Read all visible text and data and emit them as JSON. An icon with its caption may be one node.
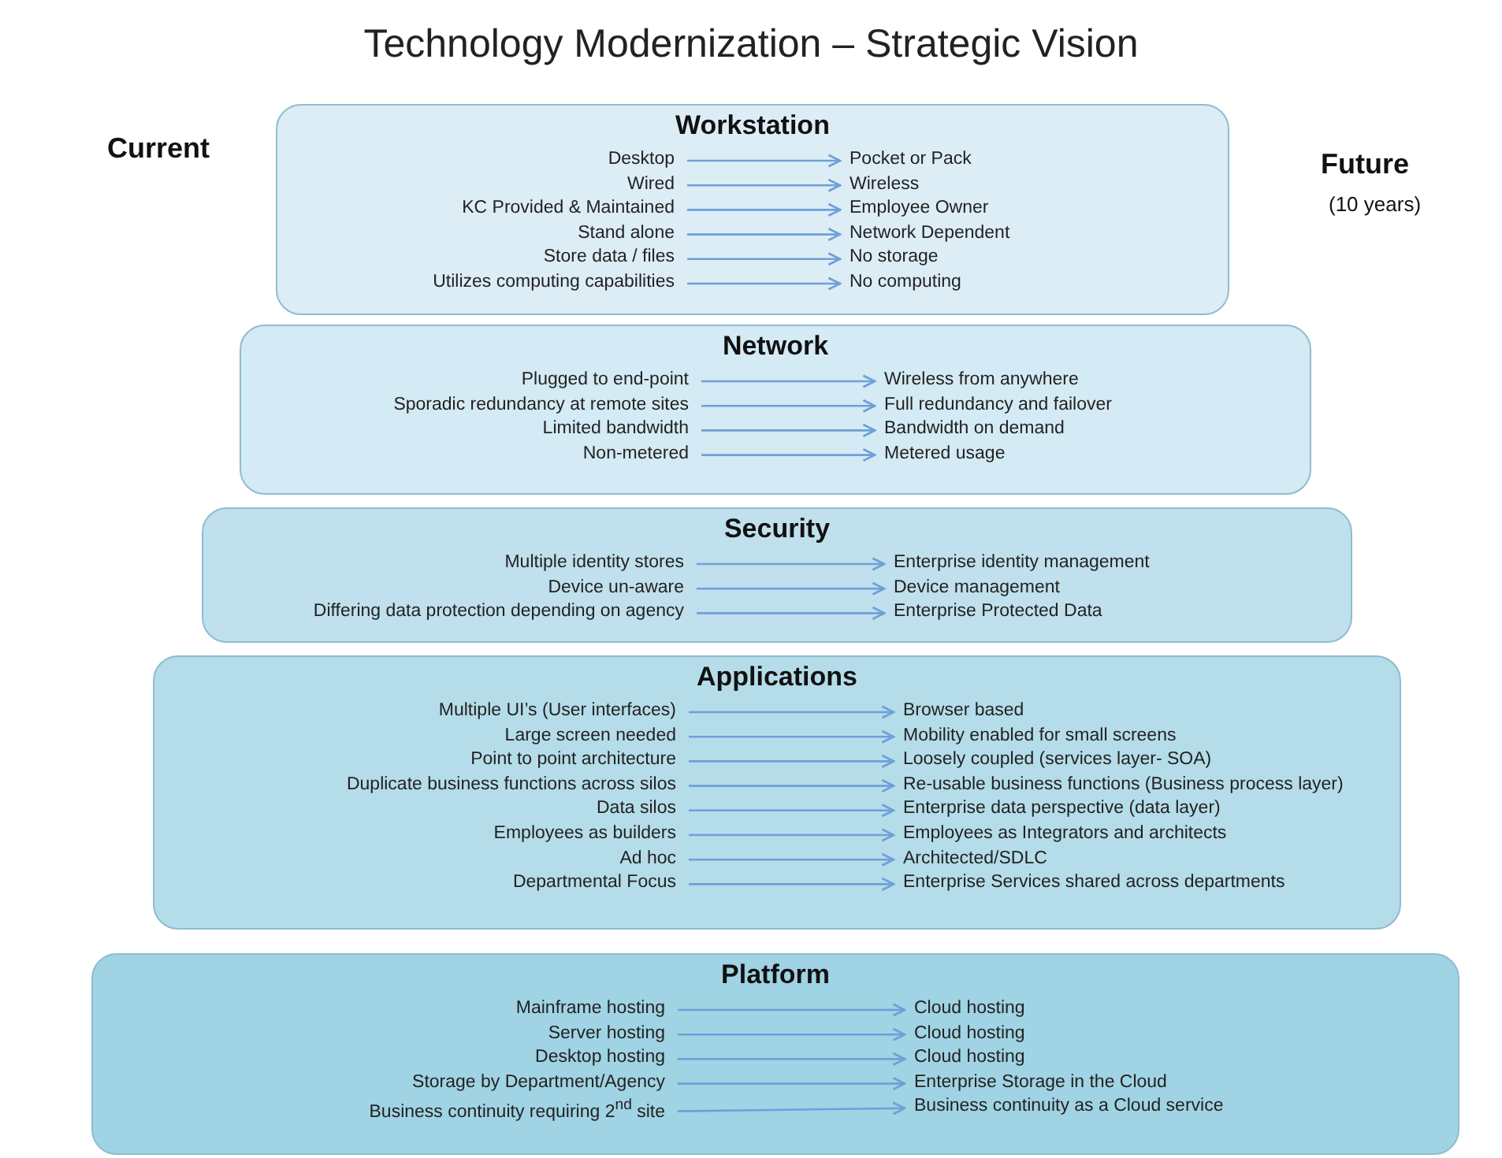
{
  "diagram": {
    "title": "Technology Modernization – Strategic Vision",
    "nodes": [
      {
        "text": [
          "Workstation"
        ]
      },
      {
        "text": [
          "Desktop"
        ],
        "in": 0
      },
      {
        "text": [
          "Pocket or Pack"
        ],
        "in": 0
      },
      {
        "text": [
          "Wired"
        ],
        "in": 0
      },
      {
        "text": [
          "Wireless"
        ],
        "in": 0
      },
      {
        "text": [
          "KC Provided & Maintained"
        ],
        "in": 0
      },
      {
        "text": [
          "Employee Owner"
        ],
        "in": 0
      },
      {
        "text": [
          "Stand alone"
        ],
        "in": 0
      },
      {
        "text": [
          "Network Dependent"
        ],
        "in": 0
      },
      {
        "text": [
          "Store data / files"
        ],
        "in": 0
      },
      {
        "text": [
          "No storage"
        ],
        "in": 0
      },
      {
        "text": [
          "Utilizes computing capabilities"
        ],
        "in": 0
      },
      {
        "text": [
          "No computing"
        ],
        "in": 0
      },
      {
        "text": [
          "Network"
        ]
      },
      {
        "text": [
          "Plugged to end-point"
        ],
        "in": 13
      },
      {
        "text": [
          "Wireless from anywhere"
        ],
        "in": 13
      },
      {
        "text": [
          "Sporadic redundancy at remote sites"
        ],
        "in": 13
      },
      {
        "text": [
          "Full redundancy and failover"
        ],
        "in": 13
      },
      {
        "text": [
          "Limited bandwidth"
        ],
        "in": 13
      },
      {
        "text": [
          "Bandwidth on demand"
        ],
        "in": 13
      },
      {
        "text": [
          "Non-metered"
        ],
        "in": 13
      },
      {
        "text": [
          "Metered usage"
        ],
        "in": 13
      },
      {
        "text": [
          "Security"
        ]
      },
      {
        "text": [
          "Multiple identity stores"
        ],
        "in": 22
      },
      {
        "text": [
          "Enterprise identity management"
        ],
        "in": 22
      },
      {
        "text": [
          "Device un-aware"
        ],
        "in": 22
      },
      {
        "text": [
          "Device management"
        ],
        "in": 22
      },
      {
        "text": [
          "Differing data protection depending on agency"
        ],
        "in": 22
      },
      {
        "text": [
          "Enterprise Protected Data"
        ],
        "in": 22
      },
      {
        "text": [
          "Applications"
        ]
      },
      {
        "text": [
          "Multiple UI’s (User interfaces)"
        ],
        "in": 29
      },
      {
        "text": [
          "Browser based"
        ],
        "in": 29
      },
      {
        "text": [
          "Large screen needed"
        ],
        "in": 29
      },
      {
        "text": [
          "Mobility enabled for small screens"
        ],
        "in": 29
      },
      {
        "text": [
          "Point to point architecture"
        ],
        "in": 29
      },
      {
        "text": [
          "Loosely coupled (services layer- SOA)"
        ],
        "in": 29
      },
      {
        "text": [
          "Duplicate business functions across silos"
        ],
        "in": 29
      },
      {
        "text": [
          "Re-usable business functions (Business process layer)"
        ],
        "in": 29
      },
      {
        "text": [
          "Data silos"
        ],
        "in": 29
      },
      {
        "text": [
          "Enterprise data perspective (data layer)"
        ],
        "in": 29
      },
      {
        "text": [
          "Employees as builders"
        ],
        "in": 29
      },
      {
        "text": [
          "Employees as Integrators and architects"
        ],
        "in": 29
      },
      {
        "text": [
          "Ad hoc"
        ],
        "in": 29
      },
      {
        "text": [
          "Architected/SDLC"
        ],
        "in": 29
      },
      {
        "text": [
          "Departmental Focus"
        ],
        "in": 29
      },
      {
        "text": [
          "Enterprise Services shared across departments"
        ],
        "in": 29
      },
      {
        "text": [
          "Platform"
        ]
      },
      {
        "text": [
          "Mainframe hosting"
        ],
        "in": 46
      },
      {
        "text": [
          "Cloud hosting"
        ],
        "in": 46
      },
      {
        "text": [
          "Server hosting"
        ],
        "in": 46
      },
      {
        "text": [
          "Cloud hosting"
        ],
        "in": 46
      },
      {
        "text": [
          "Desktop hosting"
        ],
        "in": 46
      },
      {
        "text": [
          "Cloud hosting"
        ],
        "in": 46
      },
      {
        "text": [
          "Storage by Department/Agency"
        ],
        "in": 46
      },
      {
        "text": [
          "Enterprise Storage in the Cloud"
        ],
        "in": 46
      },
      {
        "text": [
          "Business continuity requiring 2$^{nd}$ site"
        ],
        "in": 46
      },
      {
        "text": [
          "Business continuity as a Cloud service"
        ],
        "in": 46
      }
    ],
    "edges": [
      {
        "from": 1,
        "to": 2,
        "arrow": "to"
      },
      {
        "from": 3,
        "to": 4,
        "arrow": "to"
      },
      {
        "from": 5,
        "to": 6,
        "arrow": "to"
      },
      {
        "from": 7,
        "to": 8,
        "arrow": "to"
      },
      {
        "from": 9,
        "to": 10,
        "arrow": "to"
      },
      {
        "from": 11,
        "to": 12,
        "arrow": "to"
      },
      {
        "from": 14,
        "to": 15,
        "arrow": "to"
      },
      {
        "from": 16,
        "to": 17,
        "arrow": "to"
      },
      {
        "from": 18,
        "to": 19,
        "arrow": "to"
      },
      {
        "from": 20,
        "to": 21,
        "arrow": "to"
      },
      {
        "from": 23,
        "to": 24,
        "arrow": "to"
      },
      {
        "from": 25,
        "to": 26,
        "arrow": "to"
      },
      {
        "from": 27,
        "to": 28,
        "arrow": "to"
      },
      {
        "from": 30,
        "to": 31,
        "arrow": "to"
      },
      {
        "from": 32,
        "to": 33,
        "arrow": "to"
      },
      {
        "from": 34,
        "to": 35,
        "arrow": "to"
      },
      {
        "from": 36,
        "to": 37,
        "arrow": "to"
      },
      {
        "from": 38,
        "to": 39,
        "arrow": "to"
      },
      {
        "from": 40,
        "to": 41,
        "arrow": "to"
      },
      {
        "from": 42,
        "to": 43,
        "arrow": "to"
      },
      {
        "from": 44,
        "to": 45,
        "arrow": "to"
      },
      {
        "from": 47,
        "to": 48,
        "arrow": "to"
      },
      {
        "from": 49,
        "to": 50,
        "arrow": "to"
      },
      {
        "from": 51,
        "to": 52,
        "arrow": "to"
      },
      {
        "from": 53,
        "to": 54,
        "arrow": "to"
      },
      {
        "from": 55,
        "to": 56,
        "arrow": "to"
      }
    ],
    "labels": [
      "Current",
      "Future",
      "(10 years)"
    ]
  }
}
